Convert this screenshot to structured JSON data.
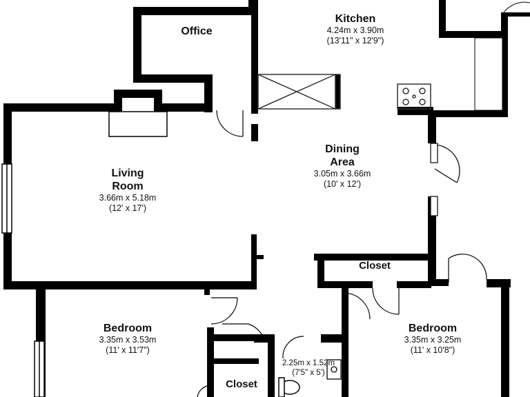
{
  "rooms": {
    "kitchen": {
      "name": "Kitchen",
      "metric": "4.24m x 3.90m",
      "imperial": "(13'11\" x 12'9\")"
    },
    "office": {
      "name": "Office"
    },
    "dining": {
      "name_line1": "Dining",
      "name_line2": "Area",
      "metric": "3.05m x 3.66m",
      "imperial": "(10' x 12')"
    },
    "living": {
      "name_line1": "Living",
      "name_line2": "Room",
      "metric": "3.66m x 5.18m",
      "imperial": "(12' x 17')"
    },
    "closet_top": {
      "name": "Closet"
    },
    "bedroom_left": {
      "name": "Bedroom",
      "metric": "3.35m x 3.53m",
      "imperial": "(11' x 11'7\")"
    },
    "bedroom_right": {
      "name": "Bedroom",
      "metric": "3.35m x 3.25m",
      "imperial": "(11' x 10'8\")"
    },
    "bathroom": {
      "metric": "2.25m x 1.52m",
      "imperial": "(7'5\" x 5')"
    },
    "closet_bottom": {
      "name": "Closet"
    }
  },
  "colors": {
    "wall": "#000000",
    "fixture": "#333333",
    "background": "#ffffff"
  }
}
